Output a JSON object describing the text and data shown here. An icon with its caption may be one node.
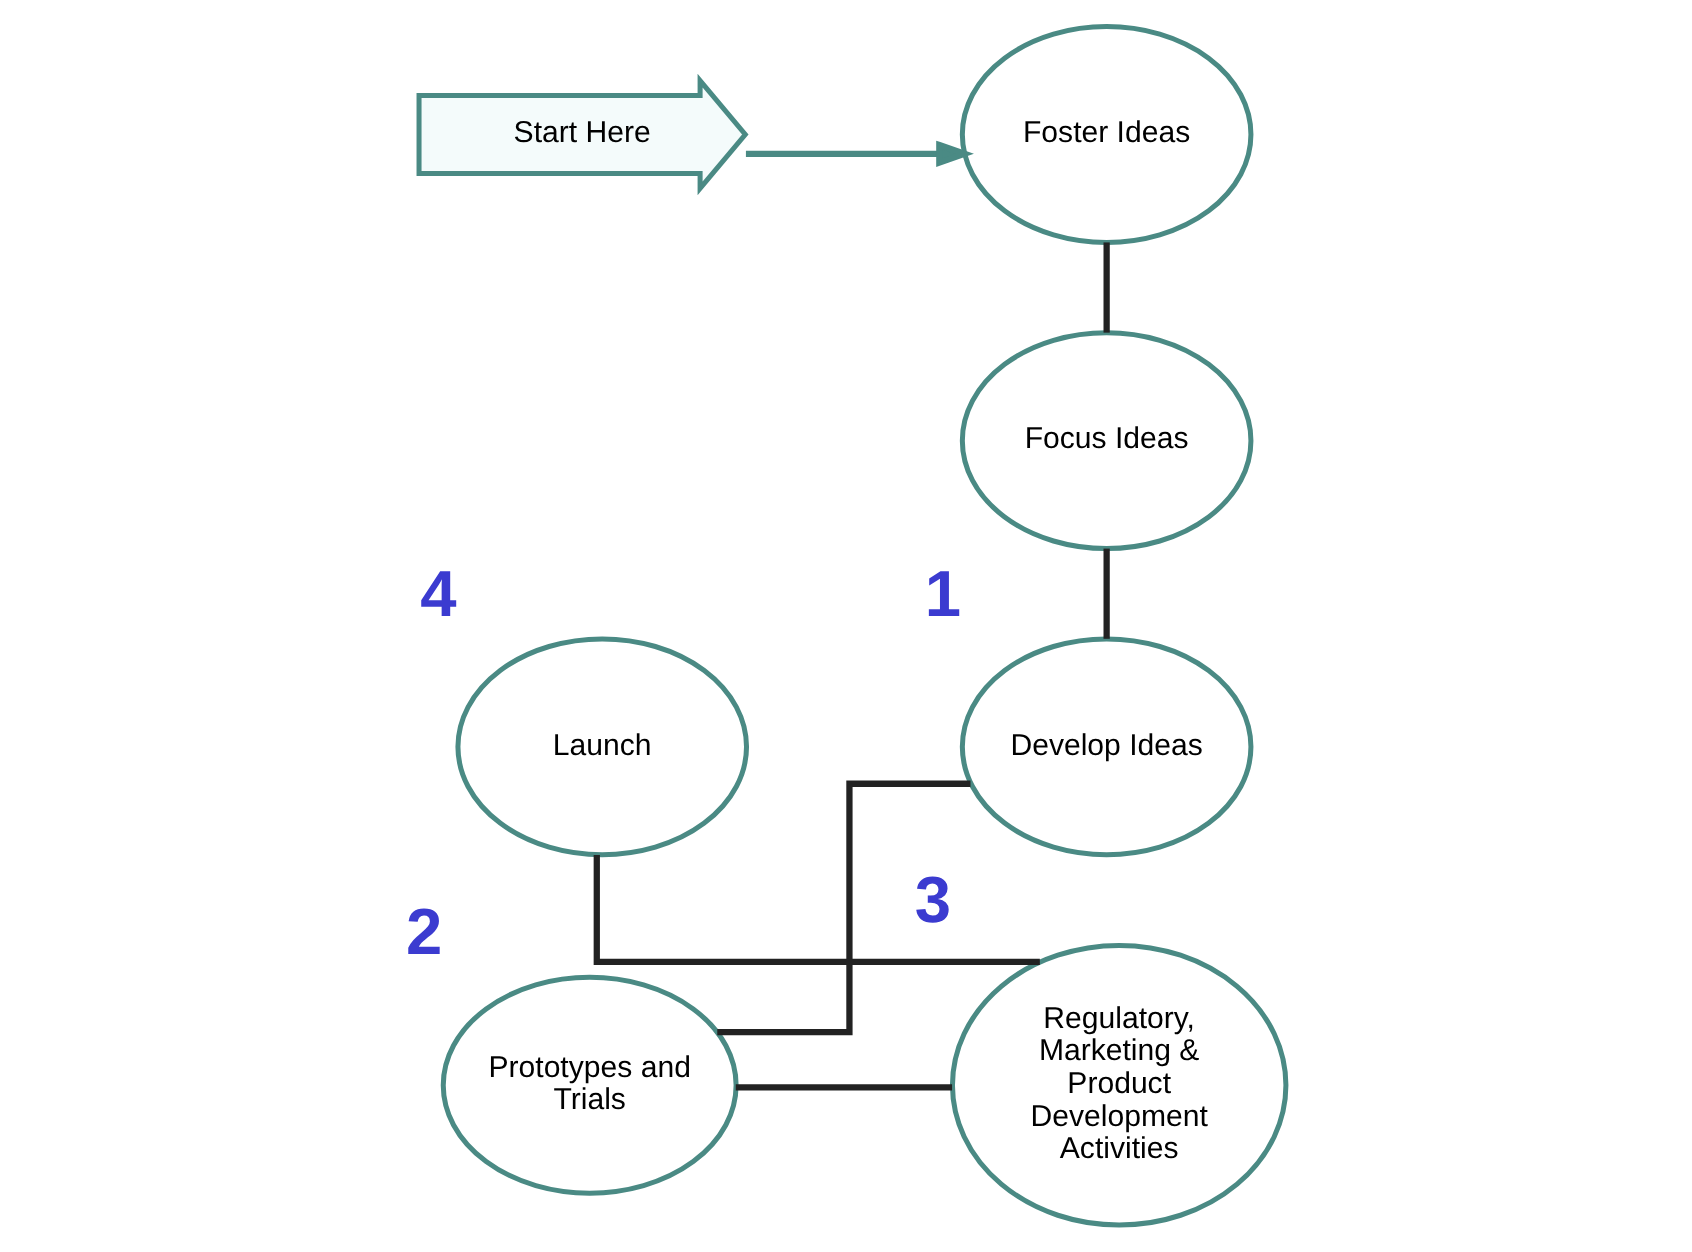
{
  "diagram": {
    "nodes": [
      {
        "text": [
          "Start Here"
        ]
      },
      {
        "text": [
          "Foster Ideas"
        ]
      },
      {
        "text": [
          "Focus Ideas"
        ]
      },
      {
        "text": [
          "Develop Ideas"
        ],
        "beside": [
          "1"
        ]
      },
      {
        "text": [
          "Prototypes and Trials"
        ],
        "beside": [
          "2"
        ]
      },
      {
        "text": [
          "Regulatory, Marketing & Product Development Activities"
        ],
        "beside": [
          "3"
        ]
      },
      {
        "text": [
          "Launch"
        ],
        "beside": [
          "4"
        ]
      }
    ],
    "edges": [
      {
        "from": 0,
        "to": 1,
        "arrow": "to",
        "color": "#4a8a84"
      },
      {
        "from": 1,
        "to": 2,
        "arrow": "none"
      },
      {
        "from": 2,
        "to": 3,
        "arrow": "none"
      },
      {
        "from": 3,
        "to": 4,
        "arrow": "none"
      },
      {
        "from": 4,
        "to": 5,
        "arrow": "none"
      },
      {
        "from": 5,
        "to": 6,
        "arrow": "none"
      }
    ]
  }
}
